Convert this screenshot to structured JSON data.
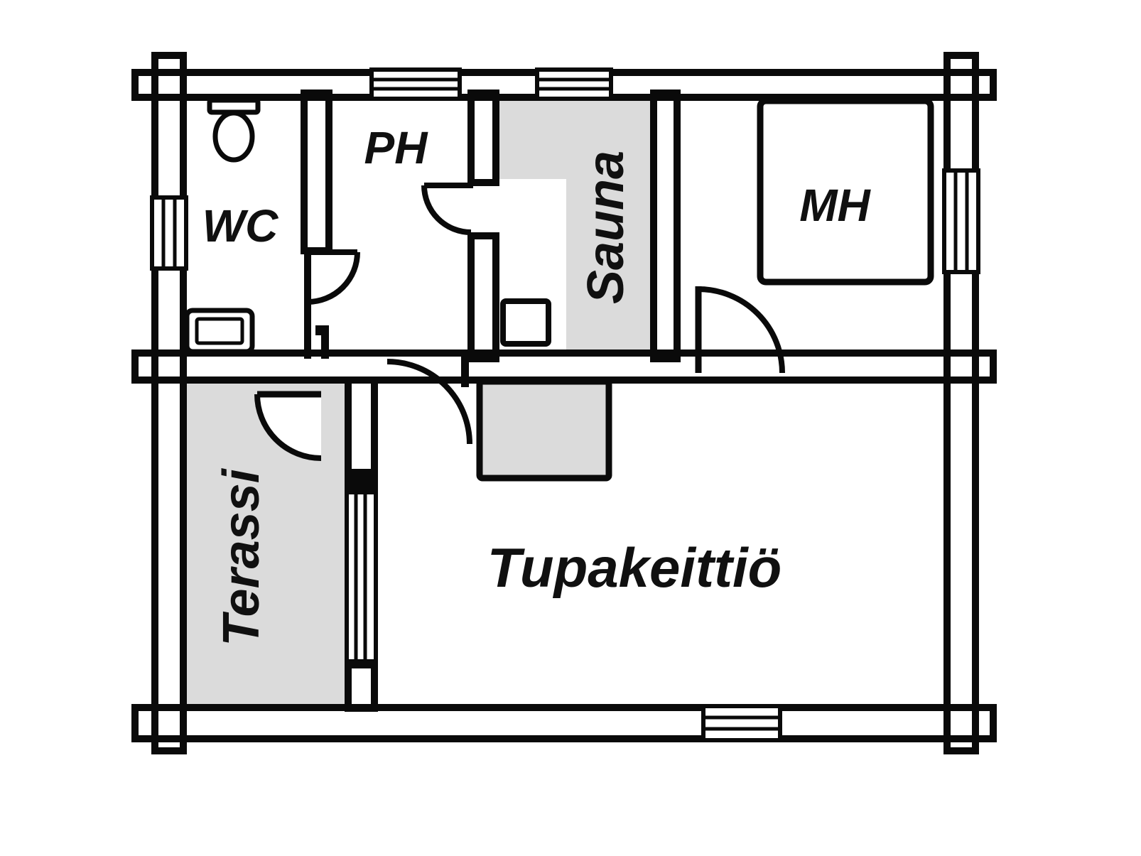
{
  "title": "Cottage floor plan",
  "colors": {
    "wall": "#0a0a0a",
    "shaded_area": "#dbdbdb",
    "background": "#ffffff",
    "label_text": "#101010"
  },
  "rooms": {
    "wc": {
      "label": "WC"
    },
    "ph": {
      "label": "PH"
    },
    "sauna": {
      "label": "Sauna"
    },
    "mh": {
      "label": "MH"
    },
    "terassi": {
      "label": "Terassi"
    },
    "tupakeittio": {
      "label": "Tupakeittiö"
    }
  },
  "fixtures": [
    "toilet-icon",
    "washbasin-icon",
    "sauna-stove-icon",
    "bed-icon",
    "fireplace-icon"
  ],
  "symbols": {
    "windows": 6,
    "door_swings": 5,
    "shaded_rooms": [
      "Sauna",
      "Terassi"
    ]
  }
}
